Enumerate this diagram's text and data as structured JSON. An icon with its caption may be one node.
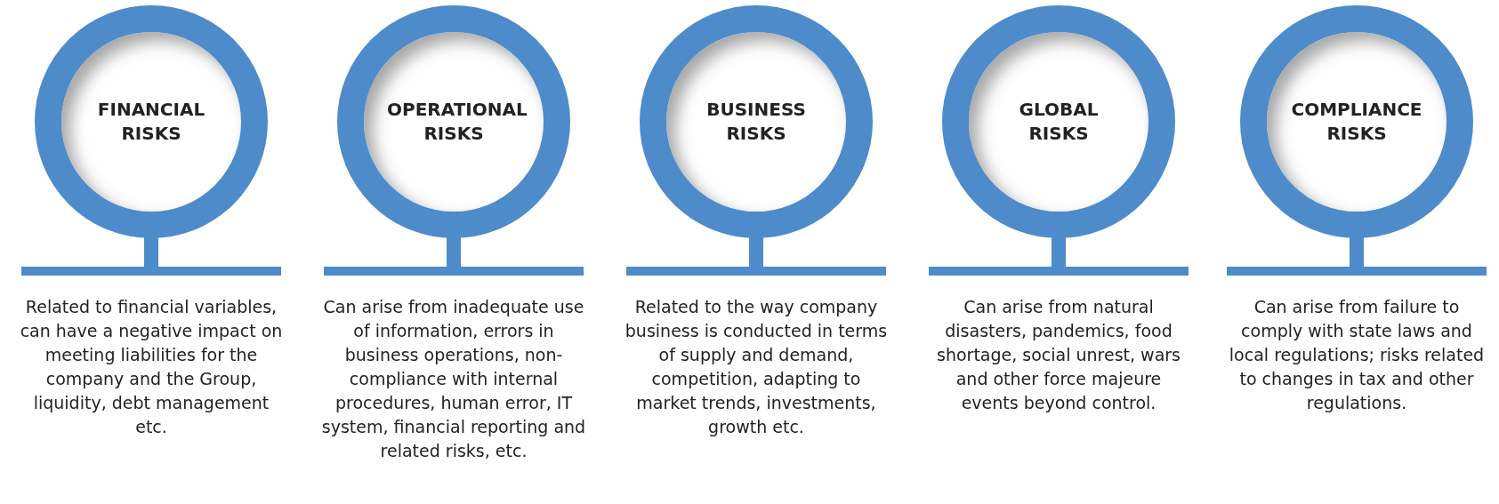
{
  "diagram": {
    "nodes": [
      {
        "text": [
          "FINANCIAL RISKS"
        ],
        "beside": [
          "Related to financial variables, can have a negative impact on meeting liabilities for the company and the Group, liquidity, debt management etc."
        ]
      },
      {
        "text": [
          "OPERATIONAL RISKS"
        ],
        "beside": [
          "Can arise from inadequate use of information, errors in business operations, non-compliance with internal procedures, human error, IT system, financial reporting and related risks, etc."
        ]
      },
      {
        "text": [
          "BUSINESS RISKS"
        ],
        "beside": [
          "Related to the way company business is conducted in terms of supply and demand, competition, adapting to market trends, investments, growth etc."
        ]
      },
      {
        "text": [
          "GLOBAL RISKS"
        ],
        "beside": [
          "Can arise from natural disasters, pandemics, food shortage, social unrest, wars and other force majeure events beyond control."
        ]
      },
      {
        "text": [
          "COMPLIANCE RISKS"
        ],
        "beside": [
          "Can arise from failure to comply with state laws and local regulations; risks related to changes in tax and other regulations."
        ]
      }
    ]
  }
}
